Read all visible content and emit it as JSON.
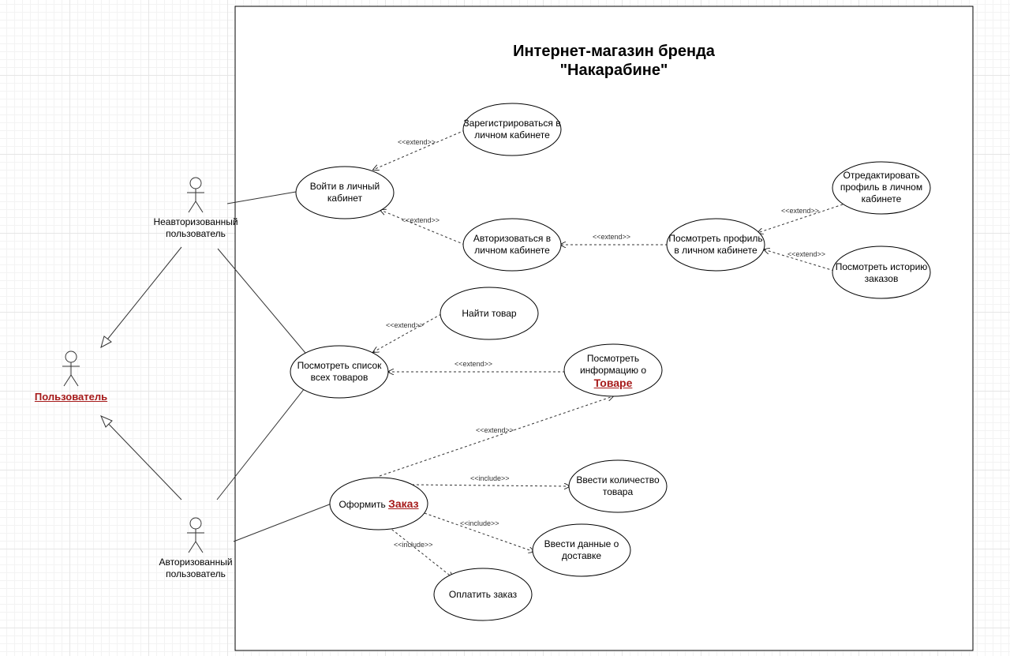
{
  "system": {
    "title_line1": "Интернет-магазин бренда",
    "title_line2": "\"Накарабине\""
  },
  "actors": {
    "user": "Пользователь",
    "unauth_line1": "Неавторизованный",
    "unauth_line2": "пользователь",
    "auth_line1": "Авторизованный",
    "auth_line2": "пользователь"
  },
  "use_cases": {
    "register_l1": "Зарегистрироваться в",
    "register_l2": "личном кабинете",
    "login_l1": "Войти в личный",
    "login_l2": "кабинет",
    "authorize_l1": "Авторизоваться в",
    "authorize_l2": "личном кабинете",
    "view_profile_l1": "Посмотреть профиль",
    "view_profile_l2": "в личном кабинете",
    "edit_profile_l1": "Отредактировать",
    "edit_profile_l2": "профиль в личном",
    "edit_profile_l3": "кабинете",
    "order_history_l1": "Посмотреть историю",
    "order_history_l2": "заказов",
    "find_product": "Найти товар",
    "list_products_l1": "Посмотреть список",
    "list_products_l2": "всех товаров",
    "product_info_l1": "Посмотреть",
    "product_info_l2": "информацию о",
    "product_info_l3": "Товаре",
    "place_order_prefix": "Оформить",
    "place_order_word": "Заказ",
    "quantity_l1": "Ввести количество",
    "quantity_l2": "товара",
    "delivery_l1": "Ввести данные о",
    "delivery_l2": "доставке",
    "pay": "Оплатить заказ"
  },
  "stereotypes": {
    "extend": "<<extend>>",
    "include": "<<include>>"
  },
  "colors": {
    "highlight_red": "#a61a1a",
    "line": "#000000"
  }
}
